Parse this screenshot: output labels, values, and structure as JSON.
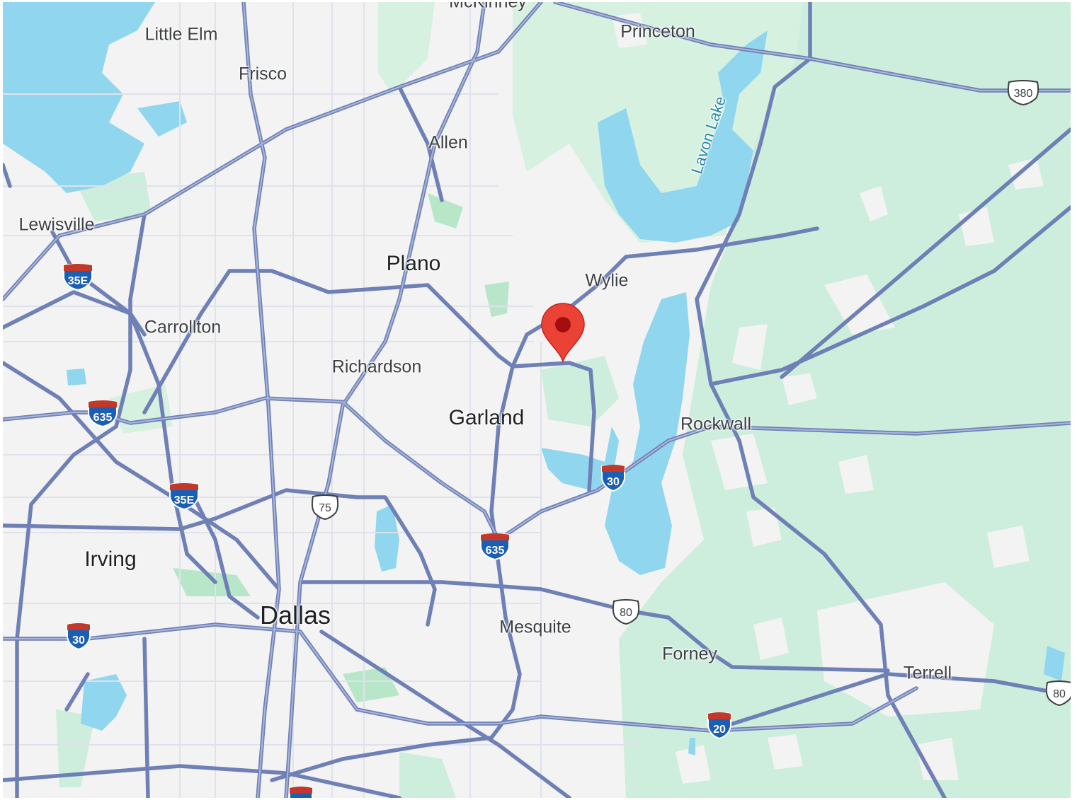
{
  "places": [
    {
      "id": "mckinney",
      "name": "McKinney"
    },
    {
      "id": "little-elm",
      "name": "Little Elm"
    },
    {
      "id": "frisco",
      "name": "Frisco"
    },
    {
      "id": "princeton",
      "name": "Princeton"
    },
    {
      "id": "allen",
      "name": "Allen"
    },
    {
      "id": "lewisville",
      "name": "Lewisville"
    },
    {
      "id": "plano",
      "name": "Plano"
    },
    {
      "id": "wylie",
      "name": "Wylie"
    },
    {
      "id": "carrollton",
      "name": "Carrollton"
    },
    {
      "id": "richardson",
      "name": "Richardson"
    },
    {
      "id": "garland",
      "name": "Garland"
    },
    {
      "id": "rockwall",
      "name": "Rockwall"
    },
    {
      "id": "irving",
      "name": "Irving"
    },
    {
      "id": "dallas",
      "name": "Dallas"
    },
    {
      "id": "mesquite",
      "name": "Mesquite"
    },
    {
      "id": "forney",
      "name": "Forney"
    },
    {
      "id": "terrell",
      "name": "Terrell"
    }
  ],
  "water_labels": [
    {
      "id": "lavon-lake",
      "name": "Lavon Lake"
    }
  ],
  "shields": [
    {
      "id": "i35e-north",
      "type": "interstate",
      "number": "35E"
    },
    {
      "id": "i35e-south",
      "type": "interstate",
      "number": "35E"
    },
    {
      "id": "i635-west",
      "type": "interstate",
      "number": "635"
    },
    {
      "id": "i635-east",
      "type": "interstate",
      "number": "635"
    },
    {
      "id": "i30-east",
      "type": "interstate",
      "number": "30"
    },
    {
      "id": "i30-west",
      "type": "interstate",
      "number": "30"
    },
    {
      "id": "i20",
      "type": "interstate",
      "number": "20"
    },
    {
      "id": "us75",
      "type": "us",
      "number": "75"
    },
    {
      "id": "us80-mesquite",
      "type": "us",
      "number": "80"
    },
    {
      "id": "us80-east",
      "type": "us",
      "number": "80"
    },
    {
      "id": "us380",
      "type": "us",
      "number": "380"
    }
  ],
  "colors": {
    "land": "#f3f3f3",
    "park": "#cdeedc",
    "park_dark": "#b8e6c8",
    "water": "#8fd6ee",
    "road": "#8a9bc8",
    "road_casing": "#6f80b6",
    "minor_road": "#dfe2ea",
    "pin": "#ea4335",
    "pin_dot": "#a50e0e"
  },
  "marker": {
    "icon": "map-pin-icon"
  }
}
